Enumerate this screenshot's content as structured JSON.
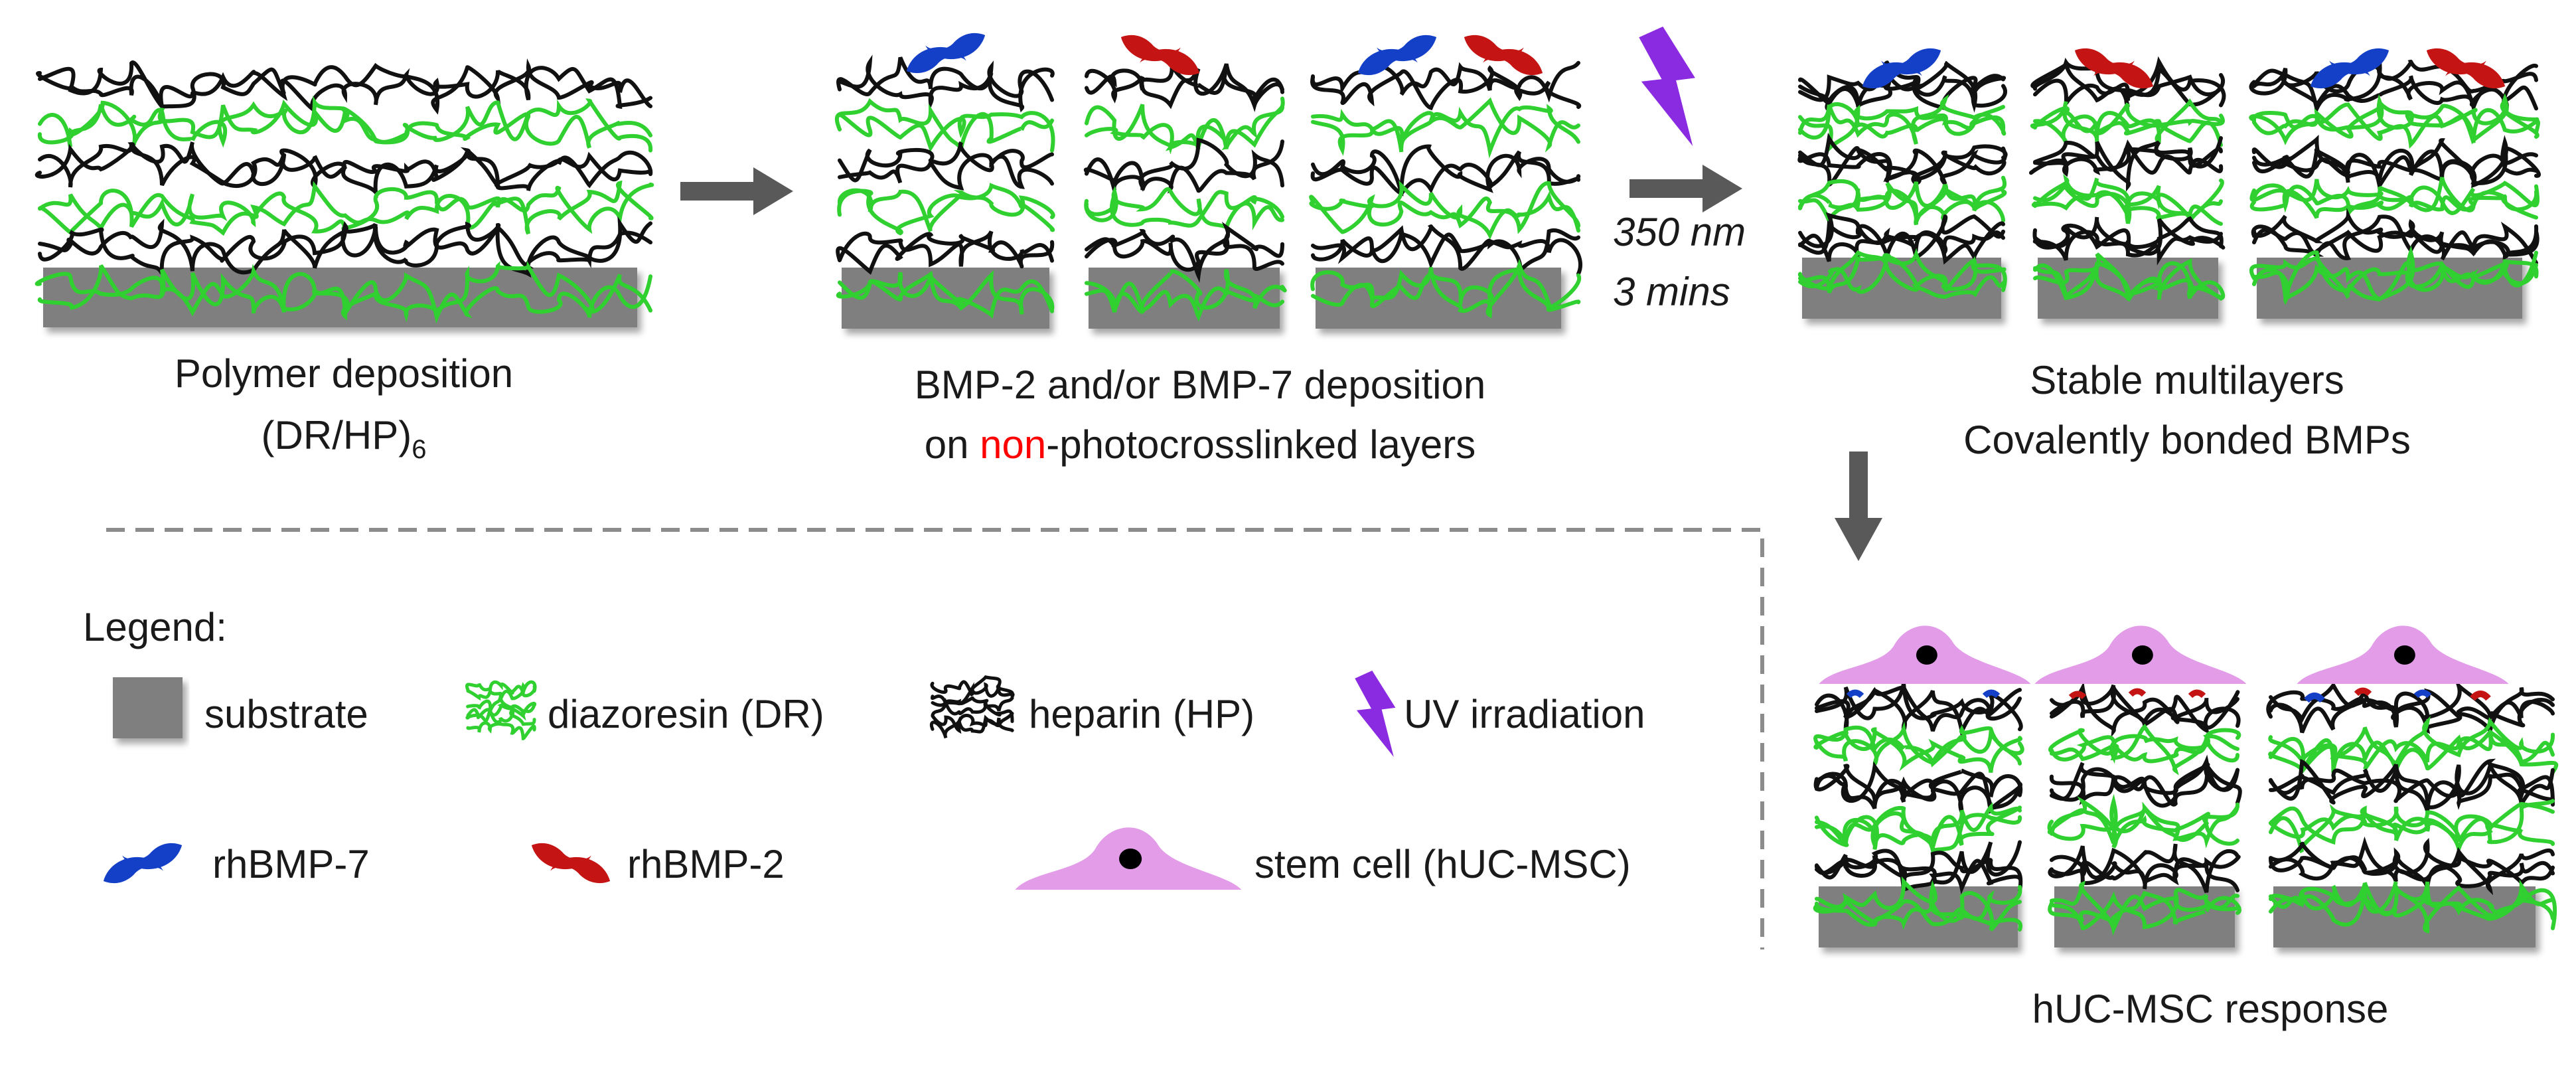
{
  "steps": {
    "step1": {
      "line1": "Polymer deposition",
      "formula": "(DR/HP)",
      "subscript": "6"
    },
    "step2": {
      "line1": "BMP-2 and/or BMP-7 deposition",
      "line2_prefix": "on ",
      "line2_highlight": "non",
      "line2_suffix": "-photocrosslinked layers"
    },
    "uv": {
      "wavelength": "350 nm",
      "duration": "3 mins"
    },
    "step3": {
      "line1": "Stable multilayers",
      "line2": "Covalently bonded BMPs"
    },
    "step4": {
      "line1": "hUC-MSC response"
    }
  },
  "legend": {
    "title": "Legend:",
    "items": {
      "substrate": "substrate",
      "diazoresin": "diazoresin (DR)",
      "heparin": "heparin (HP)",
      "uv": "UV irradiation",
      "bmp7": "rhBMP-7",
      "bmp2": "rhBMP-2",
      "stem_cell": "stem cell (hUC-MSC)"
    }
  },
  "colors": {
    "diazoresin": "#2fd02f",
    "heparin": "#111111",
    "substrate": "#7f7f7f",
    "bmp7": "#1440c8",
    "bmp2": "#c41414",
    "uv": "#8a2be2",
    "cell": "#e39ce8",
    "arrow": "#595959",
    "highlight": "#ff0000",
    "dashed": "#8c8c8c"
  }
}
